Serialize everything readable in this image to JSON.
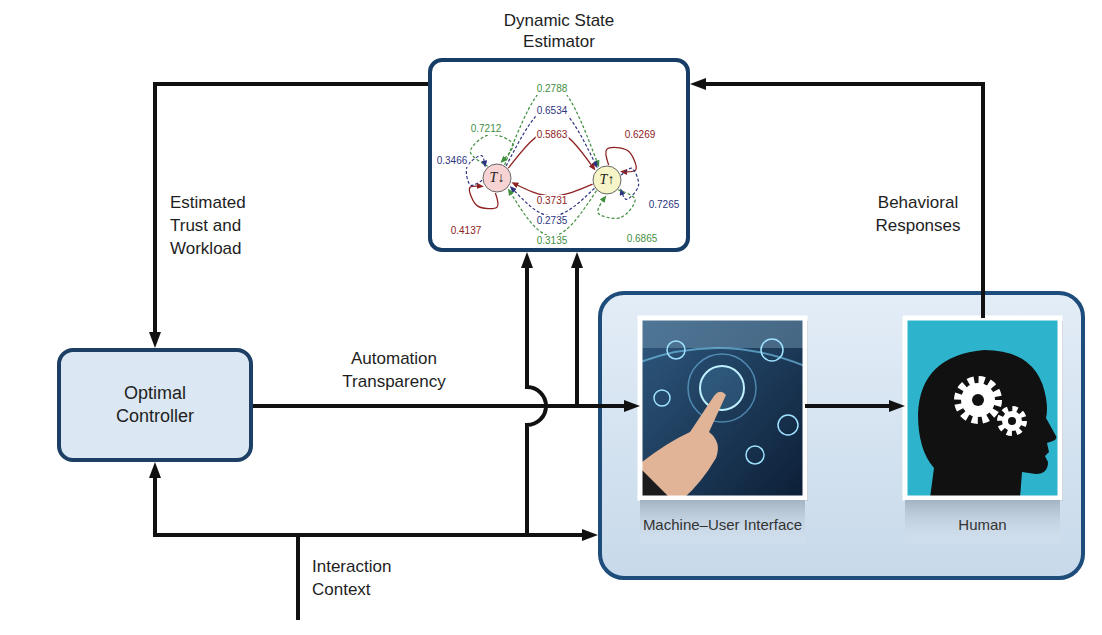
{
  "diagram": {
    "nodes": [
      {
        "text": [
          "Dynamic State Estimator"
        ]
      },
      {
        "text": [
          "T↓"
        ],
        "in": 0
      },
      {
        "text": [
          "T↑"
        ],
        "in": 0
      },
      {
        "text": [
          "Optimal Controller"
        ]
      },
      {
        "text": [
          "Machine–User Interface"
        ]
      },
      {
        "text": [
          "Human"
        ]
      }
    ],
    "edges": [
      {
        "from": 0,
        "to": 3,
        "label": "Estimated Trust and Workload",
        "arrow": "to"
      },
      {
        "from": 3,
        "to": 4,
        "label": "Automation Transparency",
        "arrow": "to"
      },
      {
        "from": 3,
        "to": 0,
        "arrow": "to"
      },
      {
        "from": 4,
        "to": 5,
        "arrow": "to"
      },
      {
        "from": 5,
        "to": 0,
        "label": "Behavioral Responses",
        "arrow": "to"
      },
      {
        "from": 1,
        "to": 1,
        "label": "0.7212",
        "arrow": "to"
      },
      {
        "from": 1,
        "to": 1,
        "label": "0.3466",
        "arrow": "to"
      },
      {
        "from": 1,
        "to": 1,
        "label": "0.4137",
        "arrow": "to"
      },
      {
        "from": 1,
        "to": 2,
        "label": "0.2788",
        "arrow": "to"
      },
      {
        "from": 1,
        "to": 2,
        "label": "0.6534",
        "arrow": "to"
      },
      {
        "from": 1,
        "to": 2,
        "label": "0.5863",
        "arrow": "to"
      },
      {
        "from": 2,
        "to": 1,
        "label": "0.3731",
        "arrow": "to"
      },
      {
        "from": 2,
        "to": 1,
        "label": "0.2735",
        "arrow": "to"
      },
      {
        "from": 2,
        "to": 1,
        "label": "0.3135",
        "arrow": "to"
      },
      {
        "from": 2,
        "to": 2,
        "label": "0.6269",
        "arrow": "to"
      },
      {
        "from": 2,
        "to": 2,
        "label": "0.7265",
        "arrow": "to"
      },
      {
        "from": 2,
        "to": 2,
        "label": "0.6865",
        "arrow": "to"
      }
    ],
    "labels": [
      "Interaction Context"
    ]
  }
}
